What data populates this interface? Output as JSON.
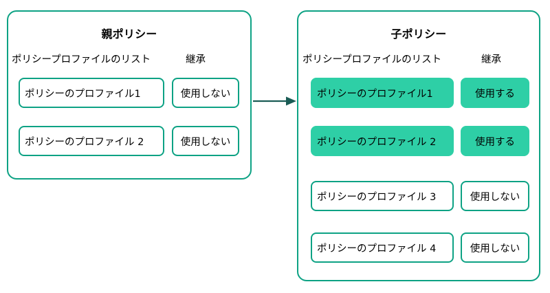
{
  "diagram": {
    "title_semantic": "policy-profile-inheritance",
    "colors": {
      "outline": "#0da284",
      "fill_active": "#2ecfa6",
      "arrow": "#1a5c55",
      "text": "#000000",
      "background": "#ffffff"
    },
    "arrow": {
      "name": "inheritance-arrow",
      "direction": "left-to-right"
    }
  },
  "parent_policy": {
    "title": "親ポリシー",
    "headers": {
      "profiles": "ポリシープロファイルのリスト",
      "inheritance": "継承"
    },
    "rows": [
      {
        "profile": "ポリシーのプロファイル1",
        "inheritance": "使用しない",
        "active": false
      },
      {
        "profile": "ポリシーのプロファイル 2",
        "inheritance": "使用しない",
        "active": false
      }
    ]
  },
  "child_policy": {
    "title": "子ポリシー",
    "headers": {
      "profiles": "ポリシープロファイルのリスト",
      "inheritance": "継承"
    },
    "rows": [
      {
        "profile": "ポリシーのプロファイル1",
        "inheritance": "使用する",
        "active": true
      },
      {
        "profile": "ポリシーのプロファイル 2",
        "inheritance": "使用する",
        "active": true
      },
      {
        "profile": "ポリシーのプロファイル 3",
        "inheritance": "使用しない",
        "active": false
      },
      {
        "profile": "ポリシーのプロファイル 4",
        "inheritance": "使用しない",
        "active": false
      }
    ]
  }
}
